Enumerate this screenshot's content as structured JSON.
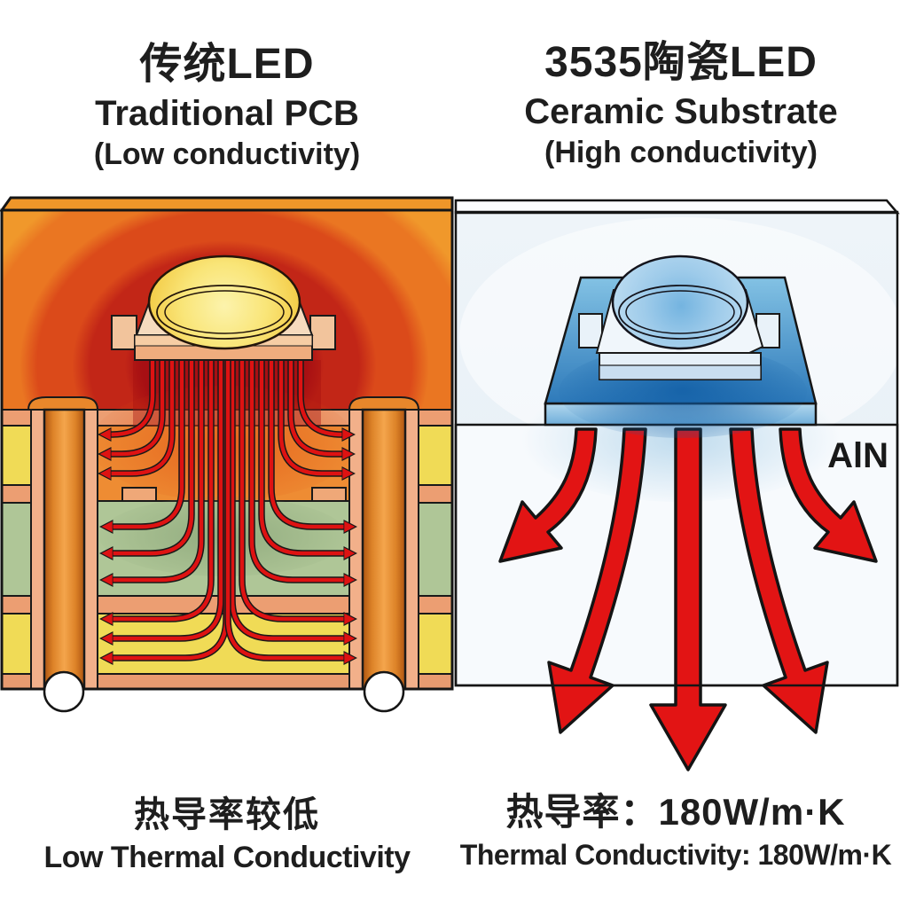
{
  "header": {
    "left": {
      "title_zh": "传统LED",
      "title_en": "Traditional PCB",
      "subtitle": "(Low conductivity)"
    },
    "right": {
      "title_zh": "3535陶瓷LED",
      "title_en": "Ceramic Substrate",
      "subtitle": "(High conductivity)"
    }
  },
  "footer": {
    "left": {
      "caption_zh": "热导率较低",
      "caption_en": "Low Thermal Conductivity"
    },
    "right": {
      "caption_zh": "热导率：180W/m·K",
      "caption_en": "Thermal Conductivity: 180W/m·K"
    }
  },
  "labels": {
    "right_substrate_material": "AlN"
  },
  "values": {
    "ceramic_thermal_conductivity": "180W/m·K"
  },
  "colors": {
    "heat_arrow_red": "#DE1212",
    "heat_core_red": "#A81016",
    "pcb_orange": "#F0982B",
    "pcb_yellow": "#F0DB56",
    "pcb_green": "#AFC697",
    "copper_via": "#E8872B",
    "ceramic_blue": "#2E7ABA",
    "ceramic_light_blue": "#C3E0F3",
    "background": "#FFFFFF",
    "text": "#1E1E1E"
  }
}
